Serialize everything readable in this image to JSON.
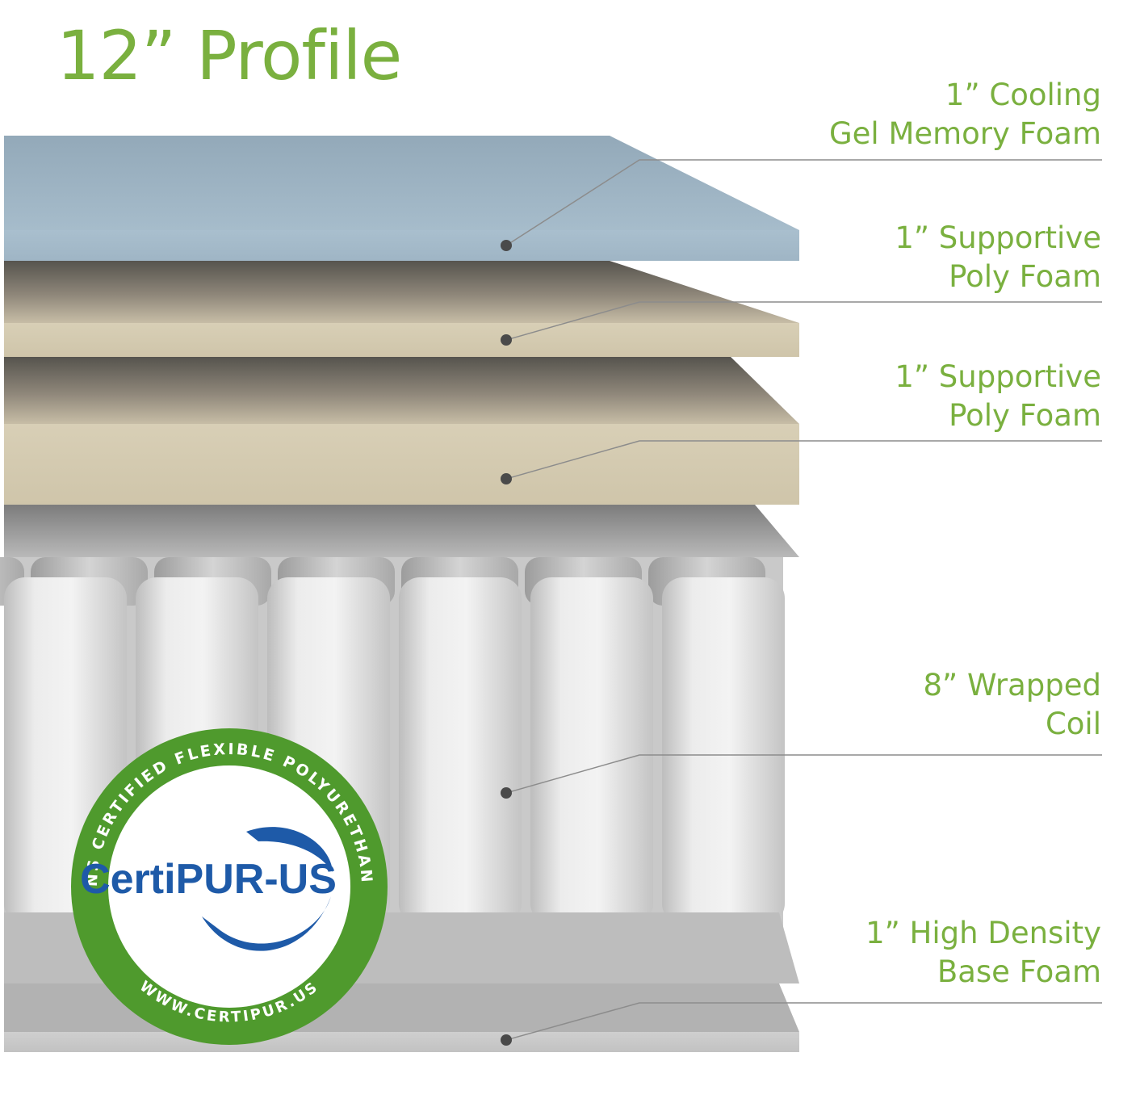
{
  "title": "12” Profile",
  "accent_color": "#7ab03f",
  "layers": [
    {
      "line1": "1” Cooling",
      "line2": "Gel Memory Foam"
    },
    {
      "line1": "1” Supportive",
      "line2": "Poly Foam"
    },
    {
      "line1": "1” Supportive",
      "line2": "Poly Foam"
    },
    {
      "line1": "8” Wrapped",
      "line2": "Coil"
    },
    {
      "line1": "1” High Density",
      "line2": "Base Foam"
    }
  ],
  "badge": {
    "brand": "CertiPUR-US",
    "ring_text": "CONTAINS CERTIFIED FLEXIBLE POLYURETHANE FOAM",
    "url": "WWW.CERTIPUR.US",
    "color": "#4f9a2d",
    "swoosh_color": "#1e5aa8"
  }
}
